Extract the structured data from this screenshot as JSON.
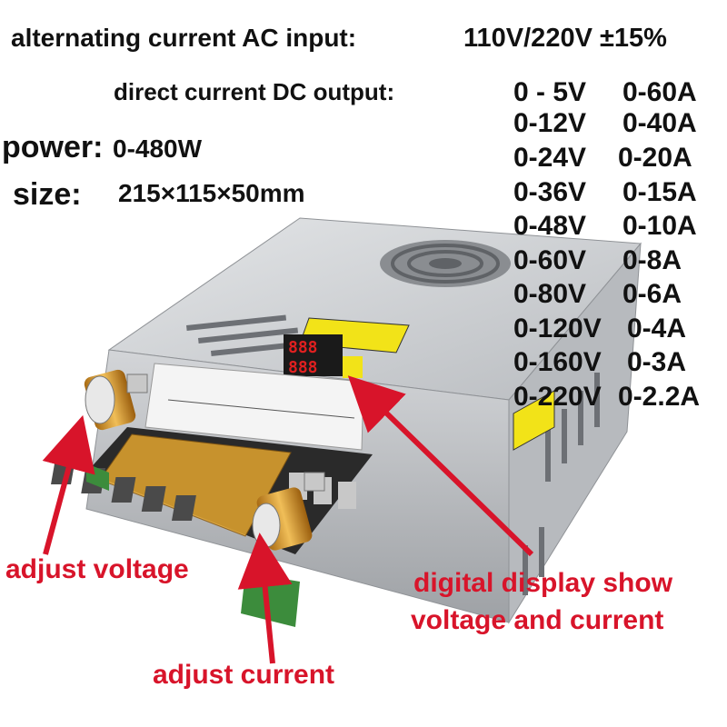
{
  "header": {
    "ac_input_label": "alternating current AC input:",
    "ac_input_value": "110V/220V ±15%",
    "dc_output_label": "direct current DC output:",
    "power_label": "power:",
    "power_value": "0-480W",
    "size_label": "size:",
    "size_value": "215×115×50mm"
  },
  "spec_table": [
    {
      "voltage": "0 - 5V",
      "current": "0-60A"
    },
    {
      "voltage": "0-12V",
      "current": "0-40A"
    },
    {
      "voltage": "0-24V",
      "current": "0-20A"
    },
    {
      "voltage": "0-36V",
      "current": "0-15A"
    },
    {
      "voltage": "0-48V",
      "current": "0-10A"
    },
    {
      "voltage": "0-60V",
      "current": "0-8A"
    },
    {
      "voltage": "0-80V",
      "current": "0-6A"
    },
    {
      "voltage": "0-120V",
      "current": "0-4A"
    },
    {
      "voltage": "0-160V",
      "current": "0-3A"
    },
    {
      "voltage": "0-220V",
      "current": "0-2.2A"
    }
  ],
  "callouts": {
    "adjust_voltage": "adjust voltage",
    "adjust_current": "adjust current",
    "display_line1": "digital display show",
    "display_line2": "voltage and current"
  },
  "colors": {
    "callout": "#d8142a",
    "casing": "#c9ccd0",
    "knob": "#d89a2a",
    "terminal_cover": "#e3a52e"
  },
  "icons": [
    "fan-grille",
    "terminal-block",
    "adjust-knob",
    "led-display",
    "warning-label",
    "arrow"
  ]
}
